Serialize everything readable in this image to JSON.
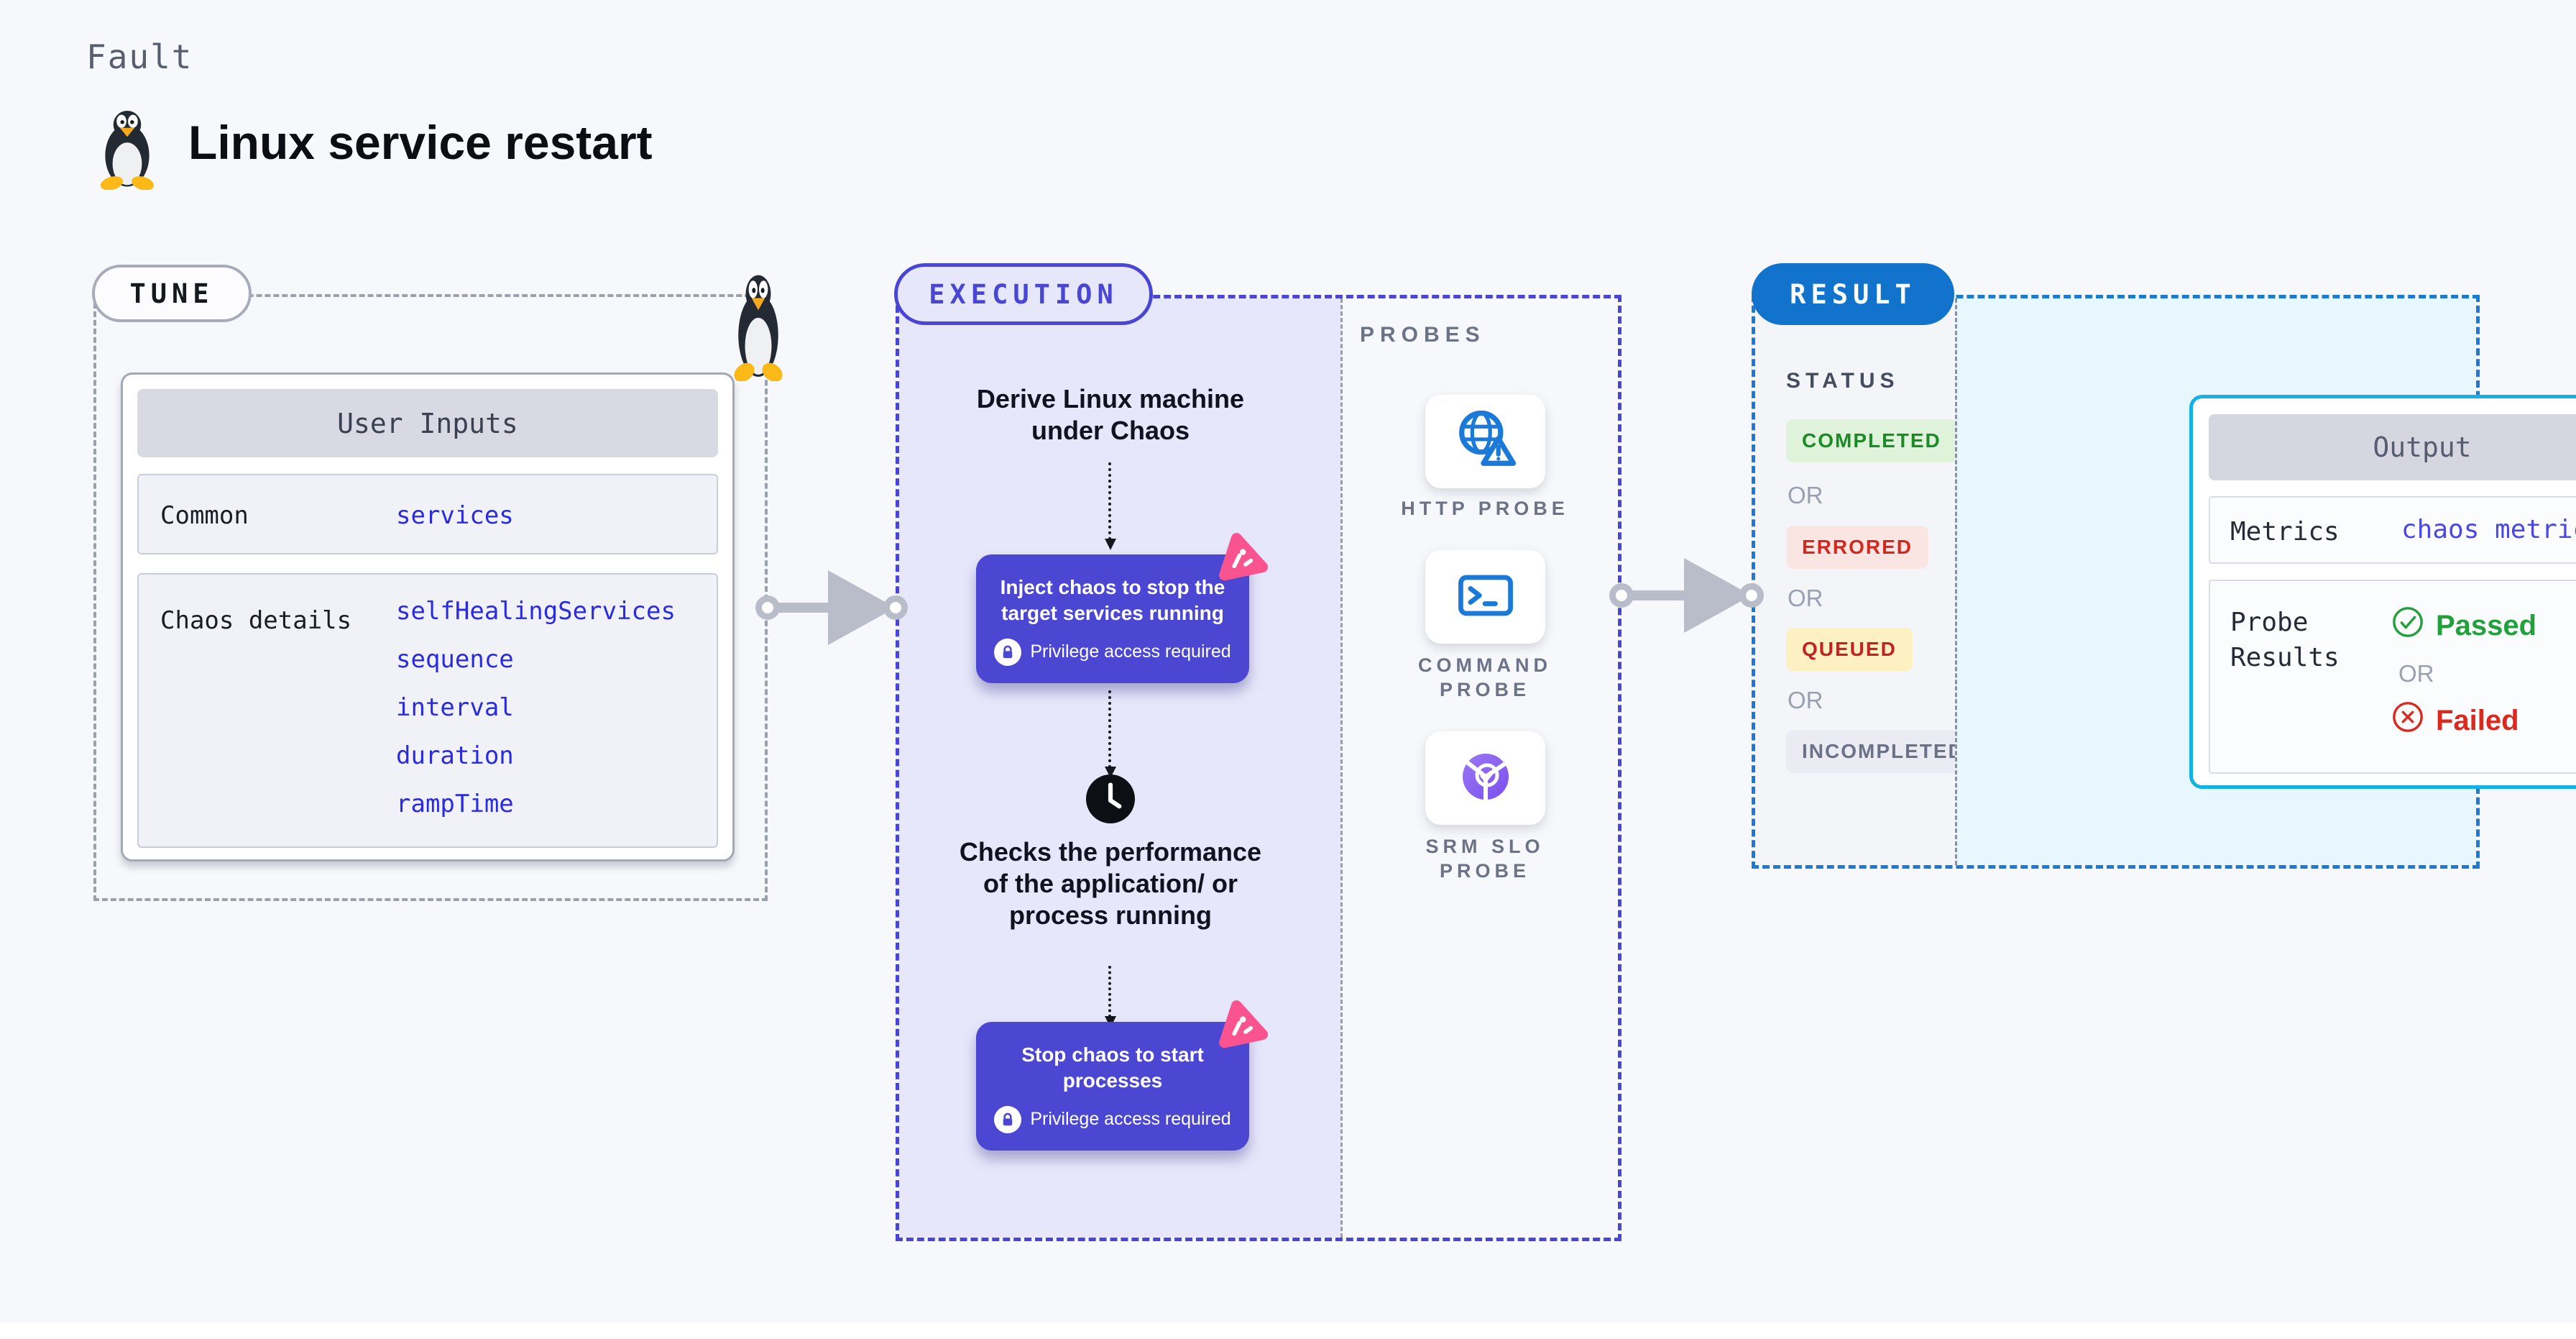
{
  "header": {
    "kicker": "Fault",
    "title": "Linux service restart"
  },
  "tune": {
    "badge": "TUNE",
    "card": {
      "title": "User Inputs",
      "rows": [
        {
          "label": "Common",
          "values": [
            "services"
          ]
        },
        {
          "label": "Chaos details",
          "values": [
            "selfHealingServices",
            "sequence",
            "interval",
            "duration",
            "rampTime"
          ]
        }
      ]
    }
  },
  "execution": {
    "badge": "EXECUTION",
    "steps": {
      "derive": "Derive Linux machine under Chaos",
      "checks": "Checks the performance of the application/ or process running"
    },
    "actions": [
      {
        "text": "Inject chaos to stop the target services running",
        "note": "Privilege access required"
      },
      {
        "text": "Stop chaos to start processes",
        "note": "Privilege access required"
      }
    ]
  },
  "probes": {
    "label": "PROBES",
    "items": [
      {
        "name": "HTTP PROBE",
        "icon": "globe-alert-icon"
      },
      {
        "name": "COMMAND PROBE",
        "icon": "terminal-icon"
      },
      {
        "name": "SRM SLO PROBE",
        "icon": "slo-pie-icon"
      }
    ]
  },
  "result": {
    "badge": "RESULT",
    "status": {
      "label": "STATUS",
      "or": "OR",
      "items": [
        "COMPLETED",
        "ERRORED",
        "QUEUED",
        "INCOMPLETED"
      ]
    },
    "output": {
      "title": "Output",
      "metrics_label": "Metrics",
      "metrics_value": "chaos metrics",
      "probe_label": "Probe Results",
      "passed": "Passed",
      "or": "OR",
      "failed": "Failed"
    }
  },
  "colors": {
    "page_bg": "#f7f8fb",
    "accent_indigo": "#4a46d4",
    "accent_blue": "#1273cd",
    "accent_cyan": "#14b2e2",
    "lavender_bg": "#e7e7fb",
    "cyan_bg": "#e8f6fd",
    "value_blue": "#2a2be0",
    "probe_icon_blue": "#1b79d8",
    "chaos_pink": "#f9548f",
    "completed_fg": "#1b8a27",
    "completed_bg": "#def3da",
    "errored_fg": "#d2291f",
    "errored_bg": "#fbe5e3",
    "queued_fg": "#c32222",
    "queued_bg": "#fdf0c2",
    "incompleted_fg": "#6b7186",
    "incompleted_bg": "#ebecf3",
    "passed_green": "#22a03c",
    "failed_red": "#da2a1f"
  }
}
